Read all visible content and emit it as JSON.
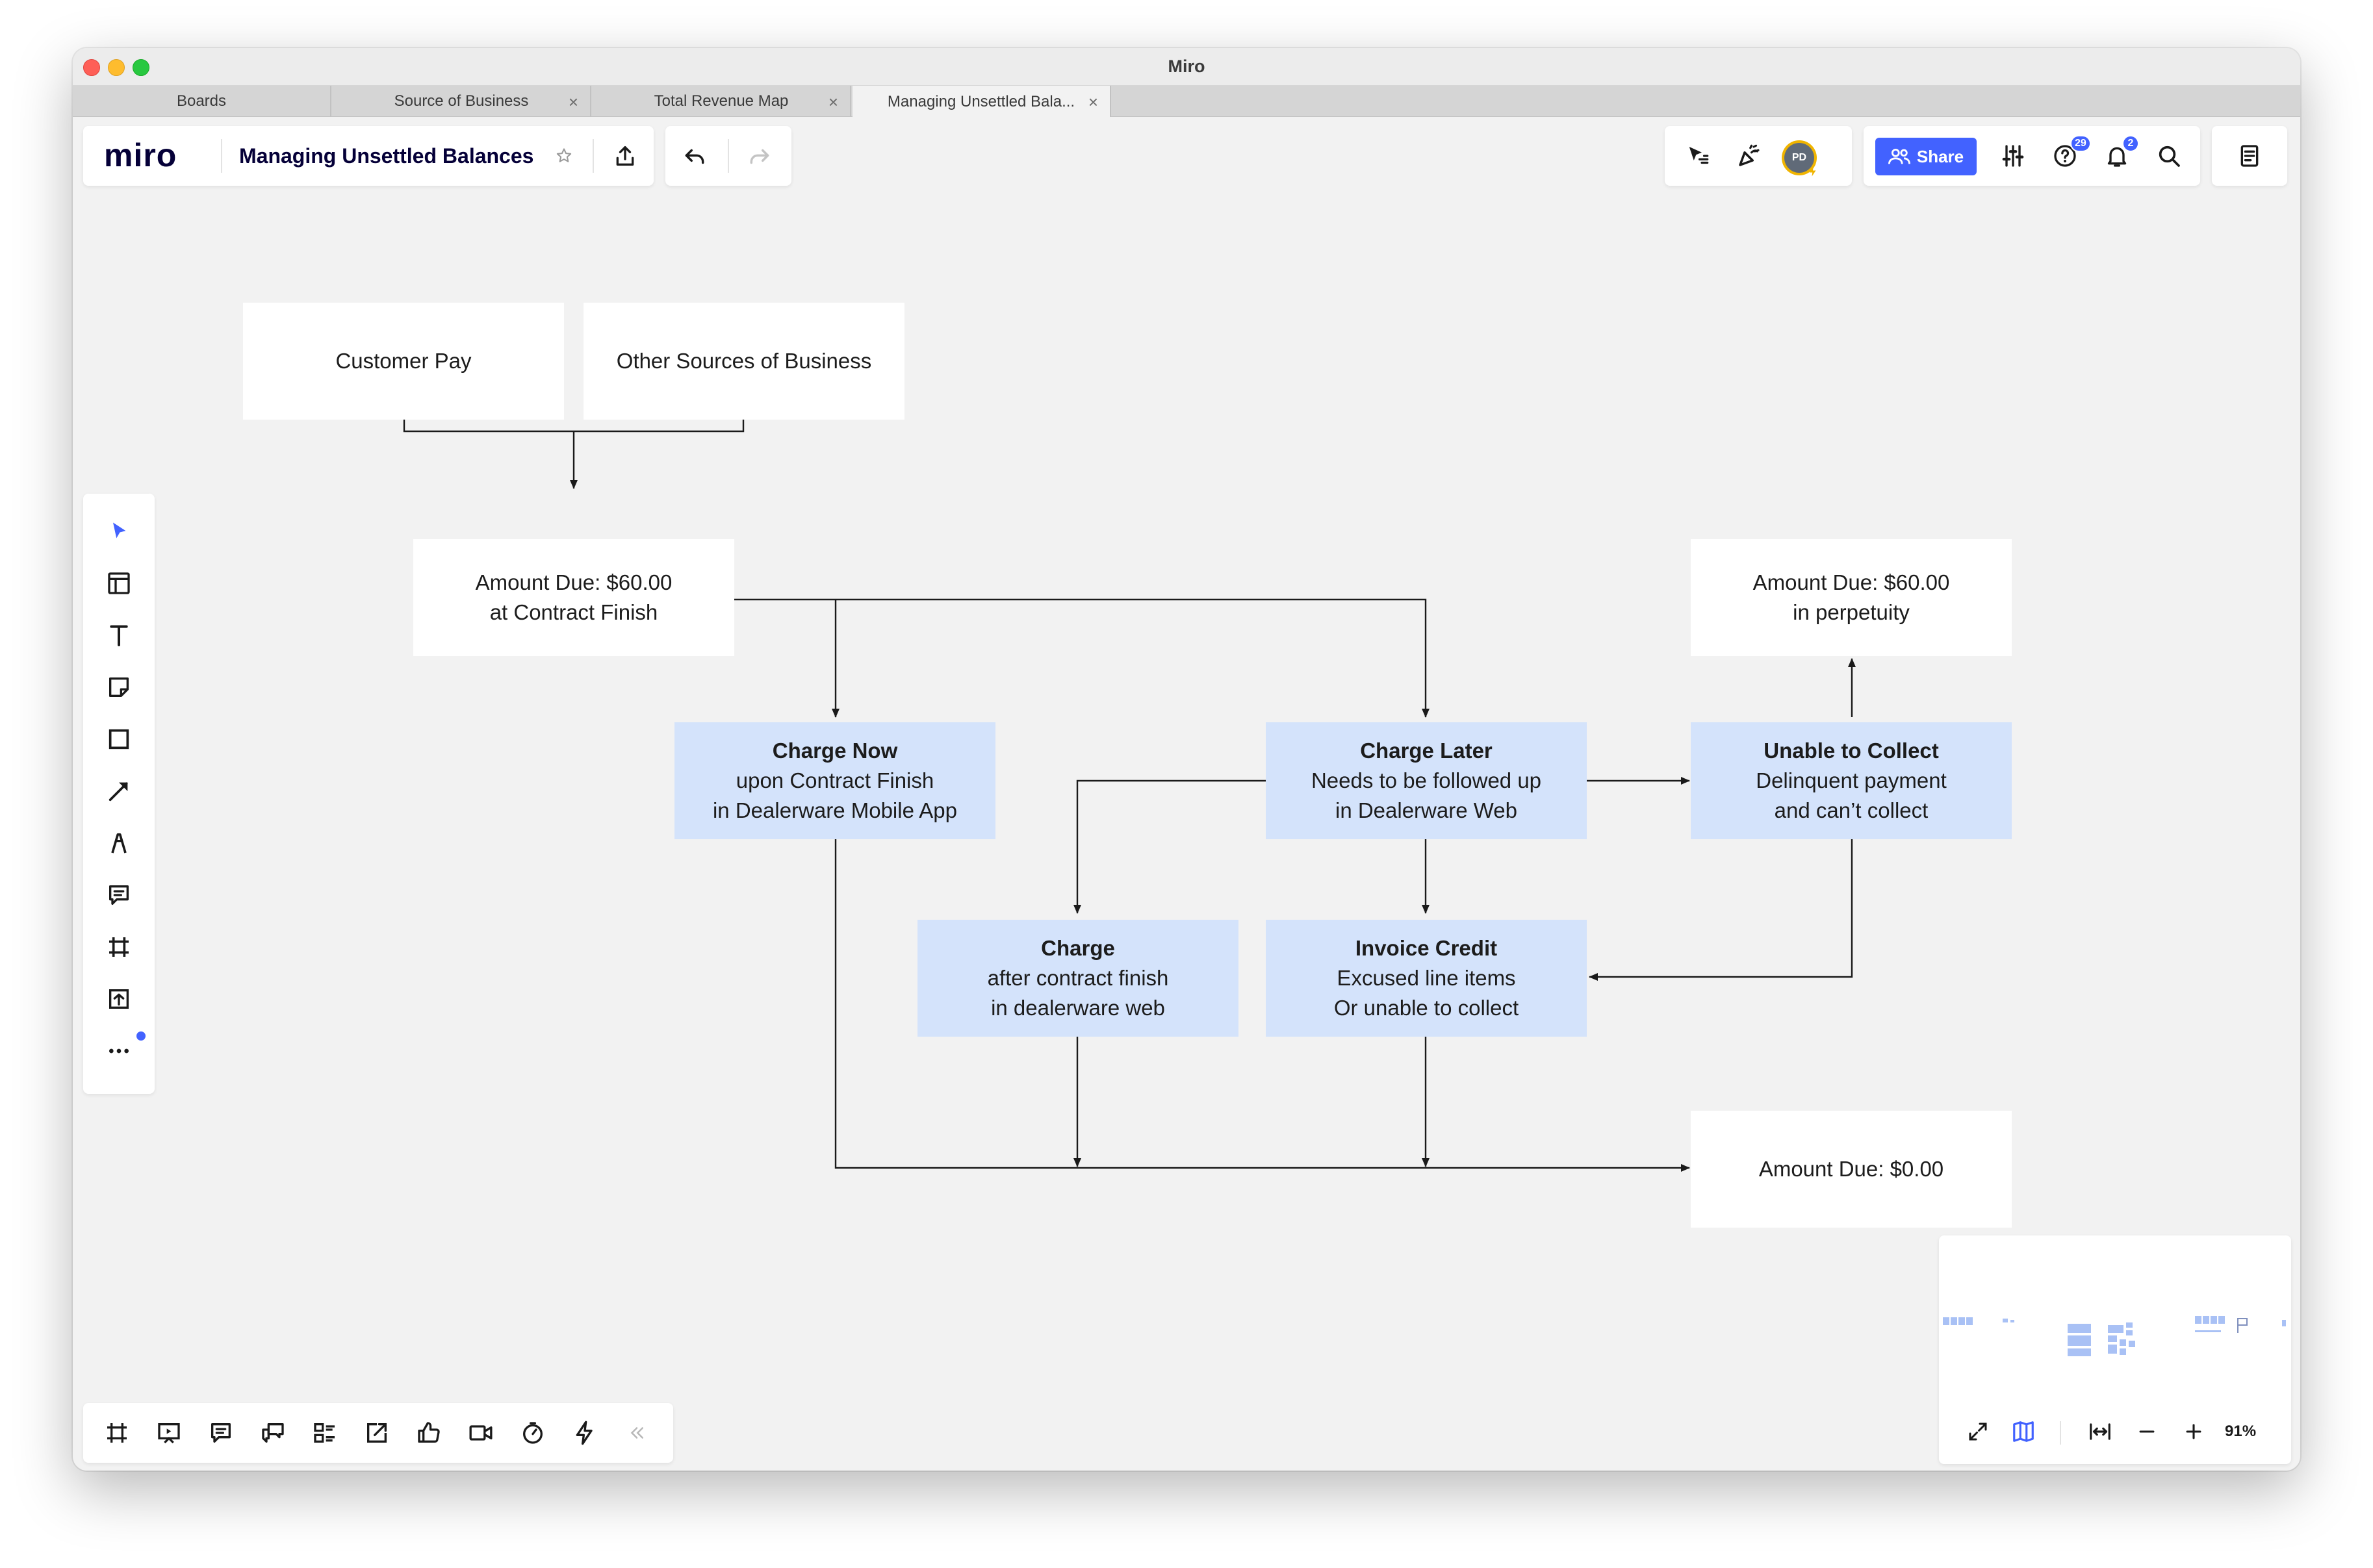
{
  "window": {
    "title": "Miro"
  },
  "tabs": [
    {
      "label": "Boards",
      "closable": false
    },
    {
      "label": "Source of Business",
      "closable": true
    },
    {
      "label": "Total Revenue Map",
      "closable": true
    },
    {
      "label": "Managing Unsettled Bala...",
      "closable": true,
      "active": true
    }
  ],
  "toolbar": {
    "logo": "miro",
    "board_title": "Managing Unsettled Balances",
    "share_label": "Share",
    "avatar_initials": "PD",
    "help_badge": "29",
    "notifications_badge": "2"
  },
  "diagram": {
    "customer_pay": "Customer Pay",
    "other_sources": "Other Sources of Business",
    "amount_due_contract": {
      "line1": "Amount Due: $60.00",
      "line2": "at Contract Finish"
    },
    "amount_due_perpetuity": {
      "line1": "Amount Due: $60.00",
      "line2": "in perpetuity"
    },
    "charge_now": {
      "title": "Charge Now",
      "line1": "upon Contract Finish",
      "line2": "in Dealerware Mobile App"
    },
    "charge_later": {
      "title": "Charge Later",
      "line1": "Needs to be followed up",
      "line2": "in Dealerware Web"
    },
    "unable_to_collect": {
      "title": "Unable to Collect",
      "line1": "Delinquent payment",
      "line2": "and can’t collect"
    },
    "charge_after": {
      "title": "Charge",
      "line1": "after contract finish",
      "line2": "in dealerware web"
    },
    "invoice_credit": {
      "title": "Invoice Credit",
      "line1": "Excused line items",
      "line2": "Or unable to collect"
    },
    "amount_due_zero": "Amount Due: $0.00"
  },
  "zoom": {
    "label": "91%"
  },
  "colors": {
    "accent": "#4262ff",
    "blue_node": "#d4e3fb",
    "canvas": "#f2f2f2"
  }
}
